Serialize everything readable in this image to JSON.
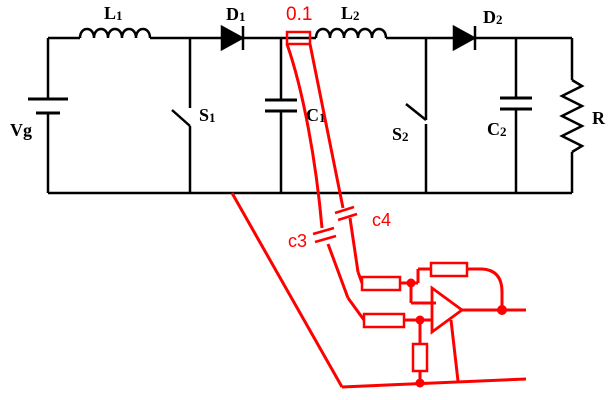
{
  "circuit": {
    "labels": {
      "vg": "Vg",
      "l1_main": "L",
      "l1_sub": "1",
      "d1_main": "D",
      "d1_sub": "1",
      "s1_main": "S",
      "s1_sub": "1",
      "c1_main": "C",
      "c1_sub": "1",
      "l2_main": "L",
      "l2_sub": "2",
      "s2_main": "S",
      "s2_sub": "2",
      "d2_main": "D",
      "d2_sub": "2",
      "c2_main": "C",
      "c2_sub": "2",
      "r": "R"
    },
    "colors": {
      "circuit": "#000000",
      "overlay": "#ff0000"
    }
  },
  "overlay": {
    "shunt_label": "0.1",
    "c3_label": "c3",
    "c4_label": "c4"
  }
}
